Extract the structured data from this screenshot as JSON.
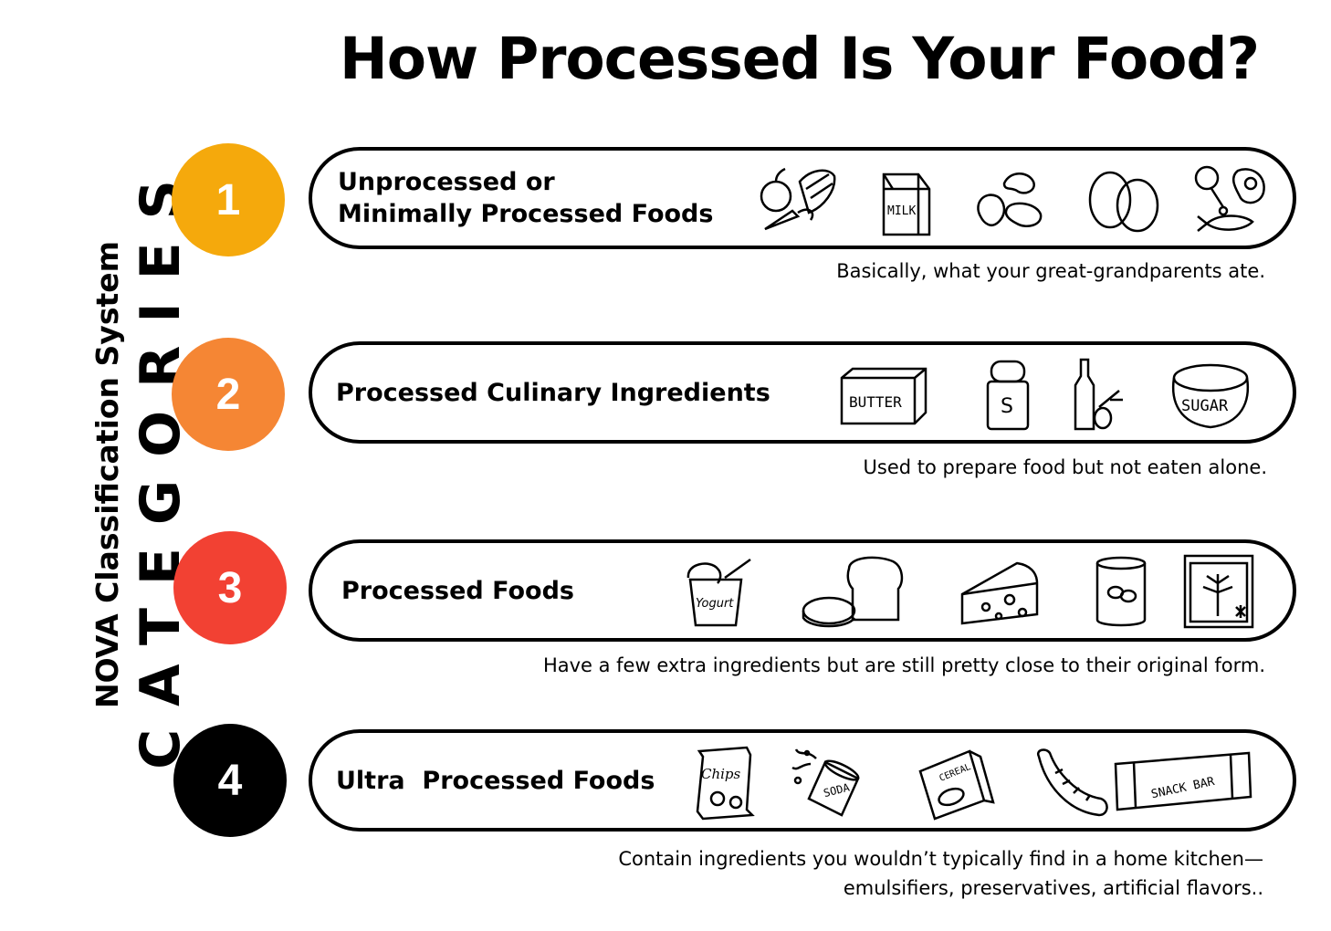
{
  "title": "How Processed Is Your Food?",
  "sidebar": {
    "subtitle": "NOVA Classification System",
    "heading": "CATEGORIES"
  },
  "categories": [
    {
      "number": "1",
      "color": "#F5A90C",
      "label": "Unprocessed or\nMinimally Processed Foods",
      "description": [
        "Basically, what your great-grandparents ate."
      ],
      "icons": [
        {
          "name": "fruits-vegetables-icon"
        },
        {
          "name": "milk-carton-icon",
          "text": "MILK"
        },
        {
          "name": "beans-icon"
        },
        {
          "name": "eggs-icon"
        },
        {
          "name": "meat-fish-icon"
        }
      ]
    },
    {
      "number": "2",
      "color": "#F58634",
      "label": "Processed Culinary Ingredients",
      "description": [
        "Used to prepare food but not eaten alone."
      ],
      "icons": [
        {
          "name": "butter-icon",
          "text": "BUTTER"
        },
        {
          "name": "salt-shaker-icon",
          "text": "S"
        },
        {
          "name": "olive-oil-icon"
        },
        {
          "name": "sugar-bowl-icon",
          "text": "SUGAR"
        }
      ]
    },
    {
      "number": "3",
      "color": "#F24133",
      "label": "Processed Foods",
      "description": [
        "Have a few extra ingredients but are still pretty close to their original form."
      ],
      "icons": [
        {
          "name": "yogurt-icon",
          "text": "Yogurt"
        },
        {
          "name": "bread-loaf-icon"
        },
        {
          "name": "cheese-icon"
        },
        {
          "name": "canned-beans-icon"
        },
        {
          "name": "frozen-greens-icon"
        }
      ]
    },
    {
      "number": "4",
      "color": "#000000",
      "label": "Ultra  Processed Foods",
      "description": [
        "Contain ingredients you wouldn’t typically find in a home kitchen—",
        "emulsifiers, preservatives, artificial flavors.."
      ],
      "icons": [
        {
          "name": "chips-bag-icon",
          "text": "Chips"
        },
        {
          "name": "soda-can-icon",
          "text": "SODA"
        },
        {
          "name": "cereal-box-icon",
          "text": "CEREAL"
        },
        {
          "name": "sausage-icon"
        },
        {
          "name": "snack-bar-icon",
          "text": "SNACK BAR"
        }
      ]
    }
  ]
}
